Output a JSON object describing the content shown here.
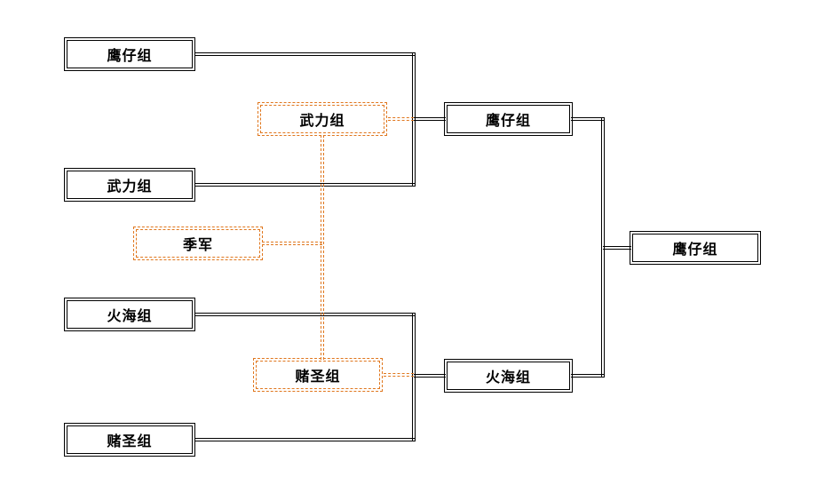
{
  "colors": {
    "line": "#000000",
    "consolation": "#e0771e",
    "background": "#ffffff"
  },
  "bracket": {
    "type": "tournament-bracket",
    "round1": [
      {
        "label": "鹰仔组"
      },
      {
        "label": "武力组"
      },
      {
        "label": "火海组"
      },
      {
        "label": "赌圣组"
      }
    ],
    "semifinal_winners": [
      {
        "label": "鹰仔组"
      },
      {
        "label": "火海组"
      }
    ],
    "consolation": {
      "losers": [
        {
          "label": "武力组"
        },
        {
          "label": "赌圣组"
        }
      ],
      "third_place": {
        "label": "季军"
      }
    },
    "champion": {
      "label": "鹰仔组"
    }
  }
}
